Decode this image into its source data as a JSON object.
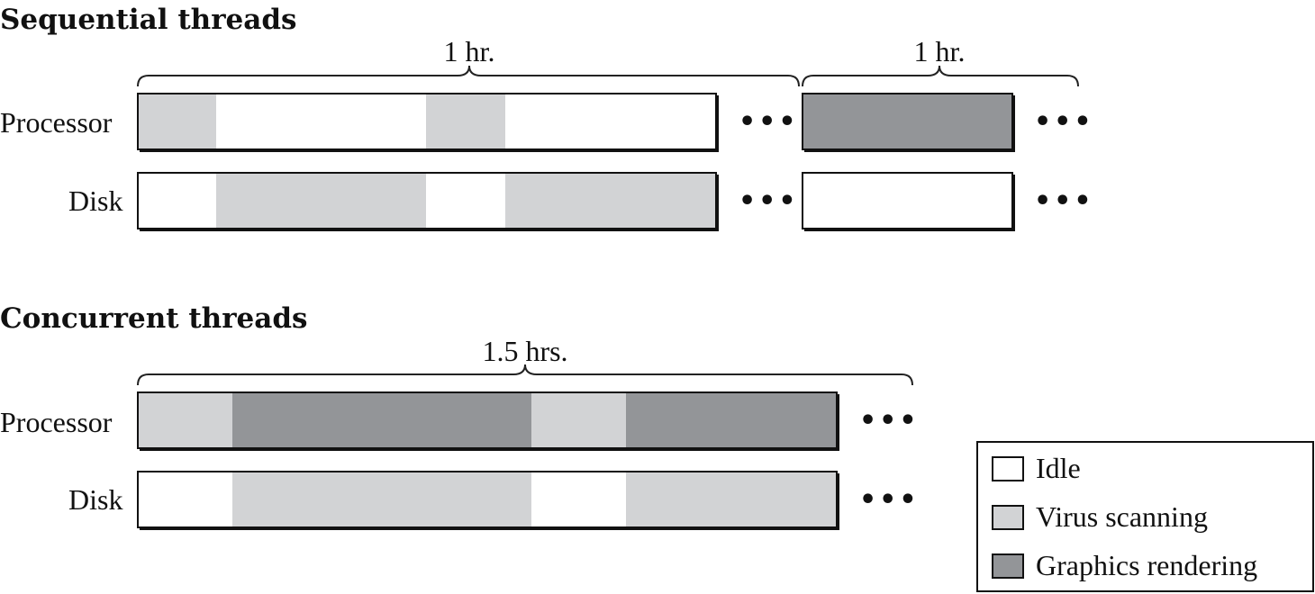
{
  "colors": {
    "idle": "#ffffff",
    "virus": "#d2d3d5",
    "graphics": "#939598"
  },
  "sequential": {
    "title": "Sequential threads",
    "durations": [
      "1 hr.",
      "1 hr."
    ],
    "rows": [
      {
        "label": "Processor",
        "segments_a": [
          "virus",
          "idle",
          "virus",
          "idle"
        ],
        "segments_b": [
          "graphics"
        ]
      },
      {
        "label": "Disk",
        "segments_a": [
          "idle",
          "virus",
          "idle",
          "virus"
        ],
        "segments_b": [
          "idle"
        ]
      }
    ],
    "ellipsis": "•••"
  },
  "concurrent": {
    "title": "Concurrent threads",
    "duration": "1.5 hrs.",
    "rows": [
      {
        "label": "Processor",
        "segments": [
          "virus",
          "graphics",
          "virus",
          "graphics"
        ]
      },
      {
        "label": "Disk",
        "segments": [
          "idle",
          "virus",
          "idle",
          "virus"
        ]
      }
    ],
    "ellipsis": "•••"
  },
  "legend": {
    "items": [
      {
        "key": "idle",
        "label": "Idle"
      },
      {
        "key": "virus",
        "label": "Virus scanning"
      },
      {
        "key": "graphics",
        "label": "Graphics rendering"
      }
    ]
  }
}
